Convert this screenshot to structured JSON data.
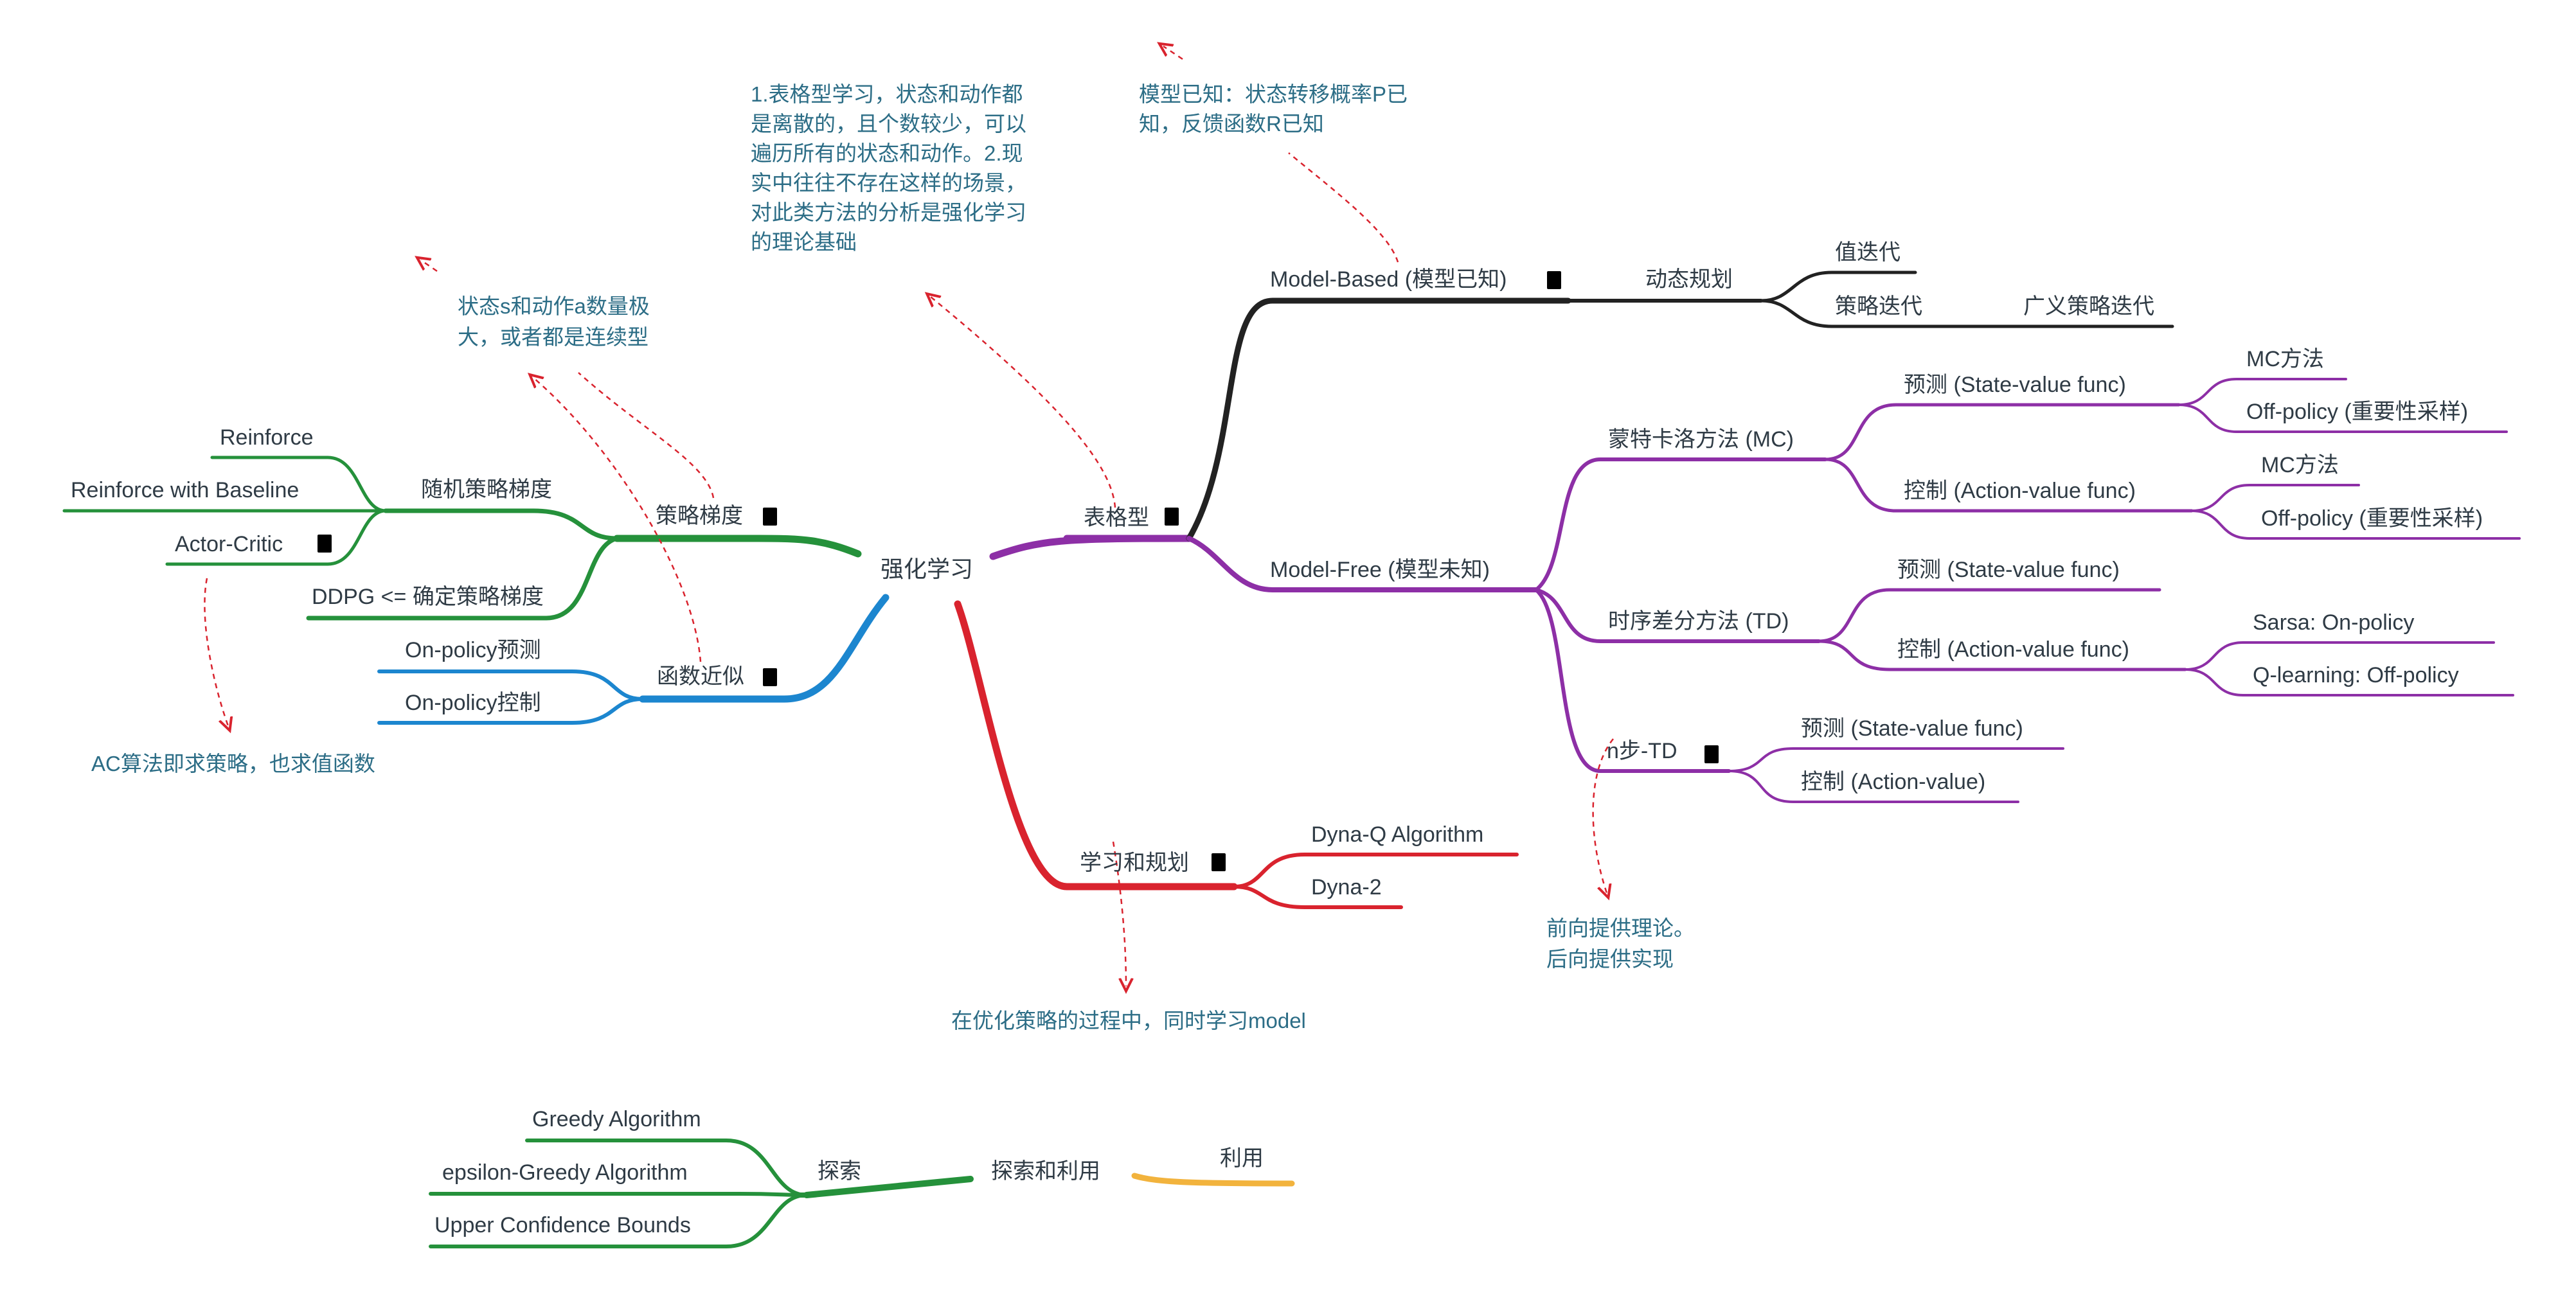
{
  "colors": {
    "model_based": "#222222",
    "tabular": "#8d2fa6",
    "policy_gradient": "#25913b",
    "function_approx": "#1c86cf",
    "planning": "#d9232e",
    "explore": "#25913b",
    "exploit": "#f2b33d",
    "note_arrow": "#d9232e",
    "note_text": "#2c6d86",
    "node_text": "#2f3b45",
    "doc_icon": "#9aa6ad"
  },
  "root": {
    "label": "强化学习"
  },
  "tabular": {
    "label": "表格型",
    "model_based": {
      "label": "Model-Based (模型已知)",
      "dp": {
        "label": "动态规划",
        "value_iteration": "值迭代",
        "policy_iteration": "策略迭代",
        "generalized_policy_iteration": "广义策略迭代"
      }
    },
    "model_free": {
      "label": "Model-Free (模型未知)",
      "mc": {
        "label": "蒙特卡洛方法 (MC)",
        "prediction": {
          "label": "预测 (State-value func)",
          "mc_method": "MC方法",
          "off_policy": "Off-policy (重要性采样)"
        },
        "control": {
          "label": "控制 (Action-value func)",
          "mc_method": "MC方法",
          "off_policy": "Off-policy (重要性采样)"
        }
      },
      "td": {
        "label": "时序差分方法 (TD)",
        "prediction": {
          "label": "预测 (State-value func)"
        },
        "control": {
          "label": "控制 (Action-value func)",
          "sarsa": "Sarsa: On-policy",
          "q_learning": "Q-learning: Off-policy"
        }
      },
      "nstep": {
        "label": "n步-TD",
        "prediction": "预测 (State-value func)",
        "control": "控制 (Action-value)"
      }
    }
  },
  "planning": {
    "label": "学习和规划",
    "dyna_q": "Dyna-Q Algorithm",
    "dyna_2": "Dyna-2"
  },
  "policy_gradient": {
    "label": "策略梯度",
    "stochastic": {
      "label": "随机策略梯度",
      "reinforce": "Reinforce",
      "reinforce_baseline": "Reinforce with Baseline",
      "actor_critic": "Actor-Critic"
    },
    "ddpg": "DDPG <= 确定策略梯度"
  },
  "function_approx": {
    "label": "函数近似",
    "on_policy_prediction": "On-policy预测",
    "on_policy_control": "On-policy控制"
  },
  "explore_exploit": {
    "label": "探索和利用",
    "explore": {
      "label": "探索",
      "greedy": "Greedy Algorithm",
      "epsilon_greedy": "epsilon-Greedy Algorithm",
      "ucb": "Upper Confidence Bounds"
    },
    "exploit": "利用"
  },
  "notes": {
    "tabular_note": [
      "1.表格型学习，状态和动作都",
      "是离散的，且个数较少，可以",
      "遍历所有的状态和动作。2.现",
      "实中往往不存在这样的场景，",
      "对此类方法的分析是强化学习",
      "的理论基础"
    ],
    "model_known_note": [
      "模型已知：状态转移概率P已",
      "知，反馈函数R已知"
    ],
    "large_space_note": [
      "状态s和动作a数量极",
      "大，或者都是连续型"
    ],
    "ac_note": "AC算法即求策略，也求值函数",
    "planning_note": "在优化策略的过程中，同时学习model",
    "nstep_note": [
      "前向提供理论。",
      "后向提供实现"
    ]
  }
}
